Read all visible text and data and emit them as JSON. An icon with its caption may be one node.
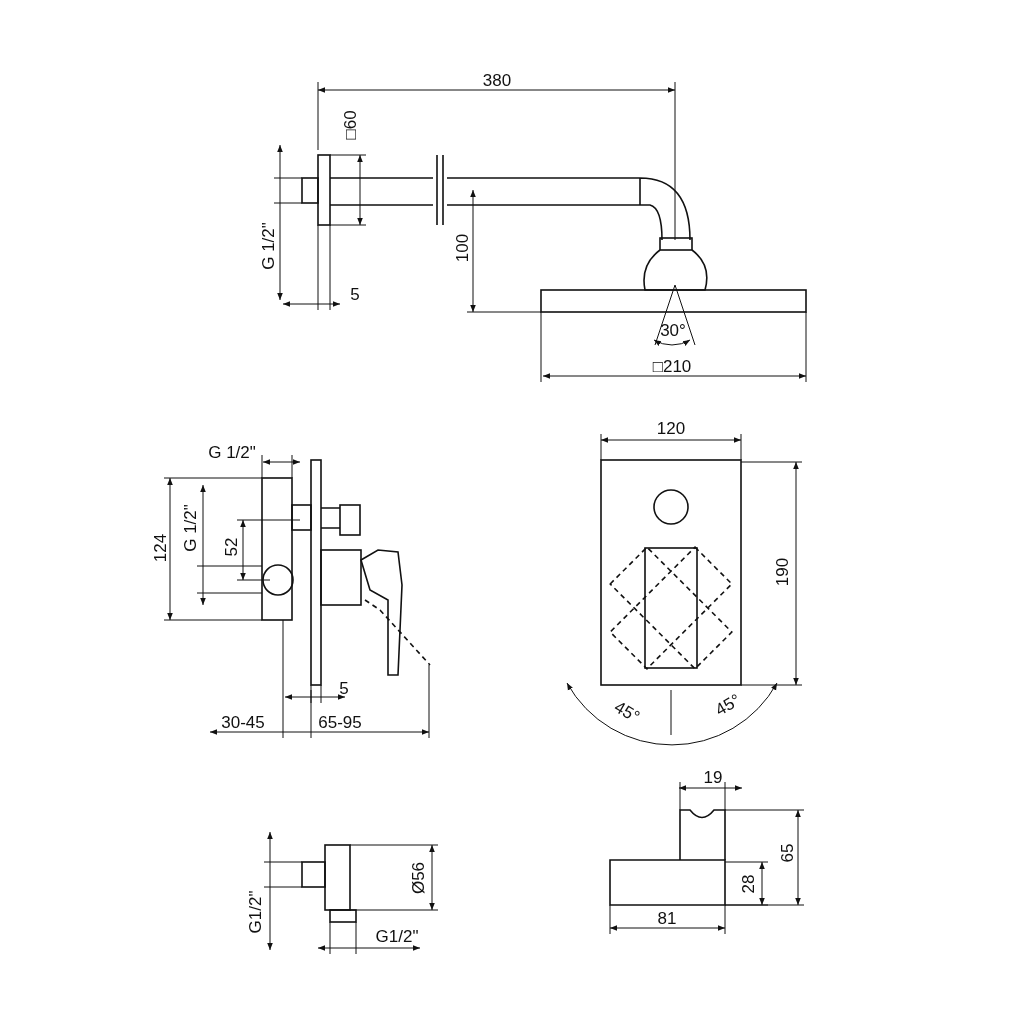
{
  "diagram": {
    "labels": [
      "380",
      "□60",
      "G 1/2\"",
      "100",
      "5",
      "30°",
      "□210",
      "G 1/2\"",
      "120",
      "124",
      "G 1/2\"",
      "52",
      "190",
      "5",
      "45°",
      "45°",
      "30-45",
      "65-95",
      "19",
      "65",
      "Ø56",
      "28",
      "G1/2\"",
      "G1/2\"",
      "81"
    ]
  }
}
